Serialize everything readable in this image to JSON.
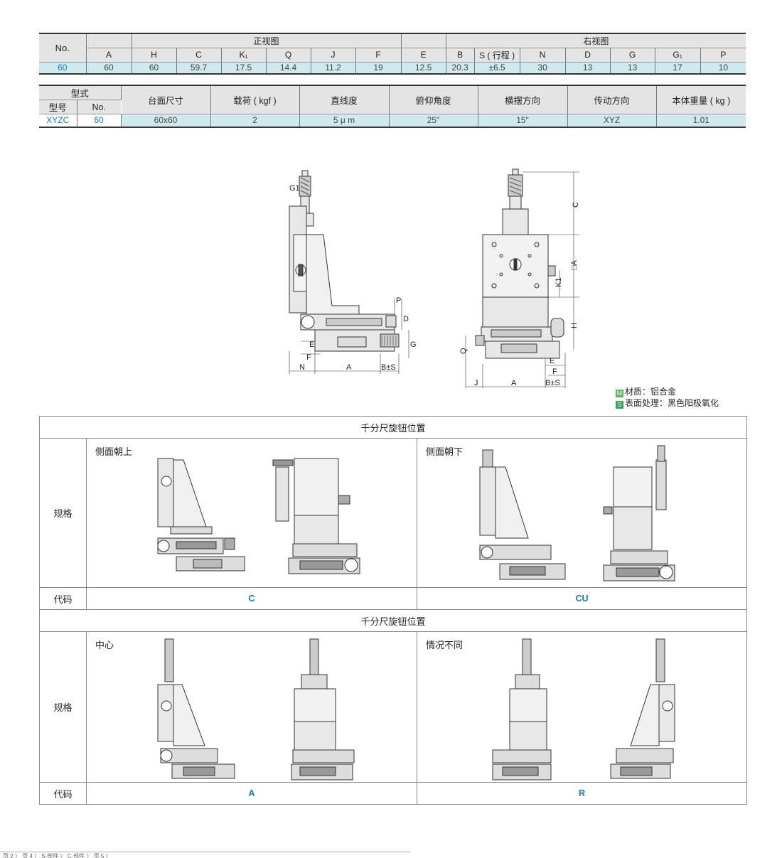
{
  "dimension_table": {
    "header_no": "No.",
    "front_view_label": "正视图",
    "right_view_label": "右视图",
    "columns": [
      "A",
      "H",
      "C",
      "K₁",
      "Q",
      "J",
      "F",
      "E",
      "B",
      "S ( 行程 )",
      "N",
      "D",
      "G",
      "G₁",
      "P"
    ],
    "row": [
      "60",
      "60",
      "60",
      "59.7",
      "17.5",
      "14.4",
      "11.2",
      "19",
      "12.5",
      "20.3",
      "±6.5",
      "30",
      "13",
      "13",
      "17",
      "10"
    ]
  },
  "spec_table": {
    "type_label": "型式",
    "model_label": "型号",
    "no_label": "No.",
    "columns": [
      "台面尺寸",
      "载荷 ( kgf )",
      "直线度",
      "俯仰角度",
      "横摆方向",
      "传动方向",
      "本体重量 ( kg )"
    ],
    "model": "XYZC",
    "no": "60",
    "row": [
      "60x60",
      "2",
      "5 μ m",
      "25\"",
      "15\"",
      "XYZ",
      "1.01"
    ]
  },
  "drawing_labels": {
    "side": [
      "G1",
      "P",
      "D",
      "G",
      "E",
      "F",
      "N",
      "A",
      "B±S"
    ],
    "front": [
      "C",
      "□A",
      "K1",
      "H",
      "Q",
      "E",
      "F",
      "J",
      "A",
      "B±S"
    ]
  },
  "legend": {
    "material_icon": "M",
    "material": "材质：铝合金",
    "surface_icon": "S",
    "surface": "表面处理：黑色阳极氧化"
  },
  "knob_table": {
    "title": "千分尺旋钮位置",
    "spec_label": "规格",
    "code_label": "代码",
    "options": [
      {
        "caption": "侧面朝上",
        "code": "C"
      },
      {
        "caption": "侧面朝下",
        "code": "CU"
      },
      {
        "caption": "中心",
        "code": "A"
      },
      {
        "caption": "情况不同",
        "code": "R"
      }
    ]
  },
  "footer": {
    "text": "页 2 〉 页 4 〉 S-部件 〉 C-部件 〉 页 5 〉"
  }
}
